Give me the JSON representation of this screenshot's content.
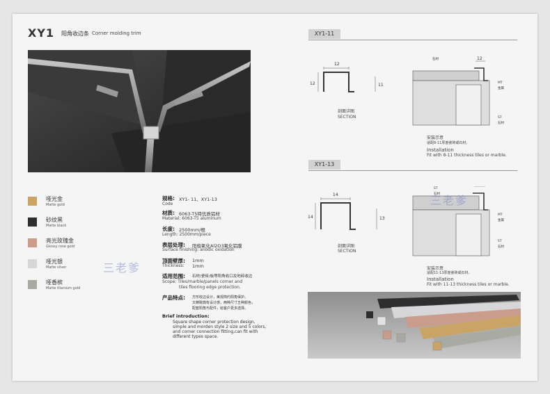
{
  "header": {
    "code": "XY1",
    "title_cn": "阳角收边条",
    "title_en": "Corner molding trim"
  },
  "swatches": [
    {
      "cn": "哑光金",
      "en": "Matte gold",
      "color": "#c9a466"
    },
    {
      "cn": "砂纹黑",
      "en": "Matte black",
      "color": "#2e2e2e"
    },
    {
      "cn": "亮光玫瑰金",
      "en": "Glossy rose gold",
      "color": "#c99c8c"
    },
    {
      "cn": "哑光银",
      "en": "Matte silver",
      "color": "#d7d7da"
    },
    {
      "cn": "哑香槟",
      "en": "Matte titanium gold",
      "color": "#a9aba3"
    }
  ],
  "specs": {
    "code_label": "规格:",
    "code_value": "XY1- 11、XY1-13",
    "code_en": "Code",
    "material_label": "材质:",
    "material_value": "6063-T5特优质铝材",
    "material_en": "Material: 6063-T5 aluminum",
    "length_label": "长度:",
    "length_value": "2500mm/根",
    "length_en": "Length: 2500mm/piece",
    "surface_label": "表层处理:",
    "surface_value": "阳极氧化Al2O3氧化铝膜",
    "surface_en": "Surface finishing: anodic oxidation",
    "thickness_label": "顶面壁厚:",
    "thickness_value": "1mm",
    "thickness_en": "Thickness:",
    "thickness_en_value": "1mm",
    "scope_label": "适用范围:",
    "scope_value": "石材/瓷砖/板等阳角收口及地砖收边",
    "scope_en": "Scope: Tiles/marble/panels corner and",
    "scope_en2": "tiles flooring edge protection.",
    "feature_label": "产品特点:",
    "feature_lines": [
      "方形收边设计，美观简约阳角保护。",
      "又精致典有设计感，两种尺寸五种颜色，",
      "配套阳角与配件，给客户更多选择。"
    ],
    "intro_label": "Brief introduction:",
    "intro_body": "Square shape corner protection design, simple and morden style 2 size and 5 colors, and corner connection fitting,can fit with different types space."
  },
  "xy11": {
    "tab": "XY1-11",
    "dim_top": "12",
    "dim_left": "12",
    "dim_right": "11",
    "section_cn": "剖面详图",
    "section_en": "SECTION",
    "st_label": "ST",
    "st_cn": "石材",
    "mt_label": "MT",
    "mt_cn": "金属",
    "install_cn_title": "安装示意",
    "install_cn": "适配8-11厚度瓷砖或石材。",
    "install_en_title": "Installation",
    "install_en": "Fit with 8-11 thickness tiles or marble.",
    "dim_detail": "12"
  },
  "xy13": {
    "tab": "XY1-13",
    "dim_top": "14",
    "dim_left": "14",
    "dim_right": "13",
    "section_cn": "剖面详图",
    "section_en": "SECTION",
    "st_label": "ST",
    "st_cn": "石材",
    "mt_label": "MT",
    "mt_cn": "金属",
    "install_cn_title": "安装示意",
    "install_cn": "适配11-13厚度瓷砖或石材。",
    "install_en_title": "Installation",
    "install_en": "Fit with 11-13 thickness tiles or marble.",
    "dim_detail": "14"
  },
  "watermark": "三老爹"
}
